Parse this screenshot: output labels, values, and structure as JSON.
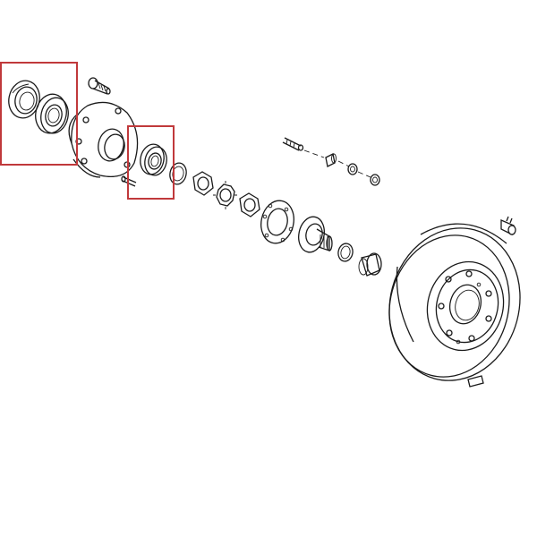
{
  "highlight_color": "#c0393b",
  "line_color": "#1a1a1a",
  "background": "#ffffff",
  "parts": [
    "oil-seal",
    "outer-bearing",
    "hub-bolt",
    "axle-hub",
    "inner-bearing",
    "snap-ring",
    "lock-nut",
    "lock-washer",
    "adjusting-nut",
    "gasket",
    "drive-flange",
    "snap-ring-2",
    "grease-cap",
    "stud-bolt",
    "cone-washer",
    "hub-nut",
    "brake-drum",
    "drum-screw",
    "hole-plug"
  ],
  "highlighted_groups": [
    "outer-seal-and-bearing",
    "inner-bearing"
  ]
}
